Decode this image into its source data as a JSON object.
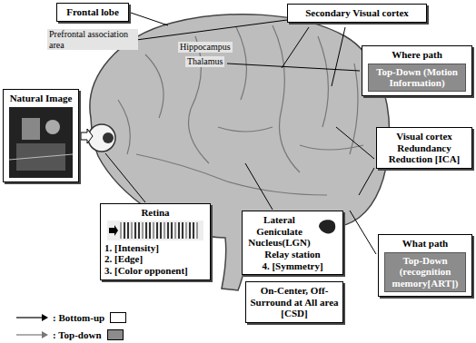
{
  "diagram": {
    "nodes": [
      {
        "text": [
          "Frontal lobe"
        ]
      },
      {
        "text": [
          "Secondary Visual cortex"
        ]
      },
      {
        "text": [
          "Where path"
        ]
      },
      {
        "text": [
          "Top-Down (Motion Information)"
        ],
        "in": 2
      },
      {
        "text": [
          "Natural Image"
        ]
      },
      {
        "text": [
          "Visual cortex",
          "Redundancy Reduction [ICA]"
        ]
      },
      {
        "text": [
          "Retina",
          "1. [Intensity]",
          "2. [Edge]",
          "3. [Color opponent]"
        ]
      },
      {
        "text": [
          "Lateral Geniculate Nucleus(LGN) Relay station",
          "4. [Symmetry]"
        ]
      },
      {
        "text": [
          "What path"
        ]
      },
      {
        "text": [
          "Top-Down (recognition memory[ART])"
        ],
        "in": 8
      },
      {
        "text": [
          "On-Center, Off-Surround at All area [CSD]"
        ]
      }
    ],
    "labels": [
      "Prefrontal association area",
      "Hippocampus",
      "Thalamus"
    ],
    "legend": [
      {
        "text": ": Bottom-up",
        "color": "#ffffff"
      },
      {
        "text": ": Top-down",
        "color": "#8c8c8c"
      }
    ]
  }
}
